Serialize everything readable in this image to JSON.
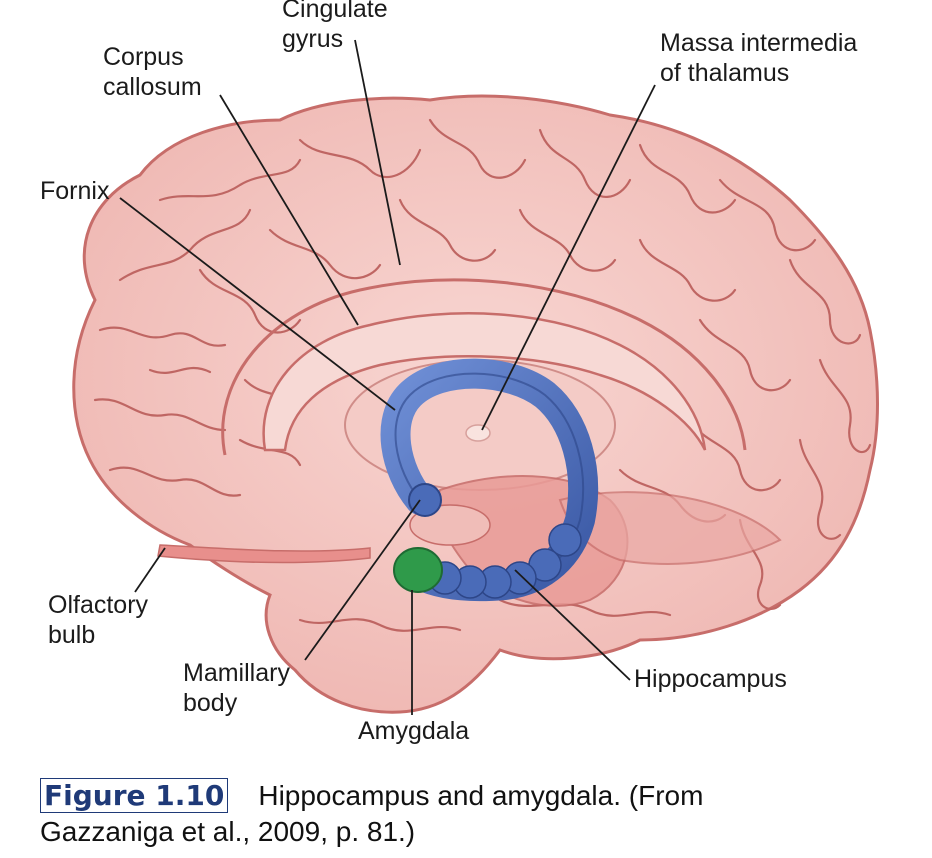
{
  "labels": {
    "cingulate_line1": "Cingulate",
    "cingulate_line2": "gyrus",
    "corpus_line1": "Corpus",
    "corpus_line2": "callosum",
    "massa_line1": "Massa intermedia",
    "massa_line2": "of thalamus",
    "fornix": "Fornix",
    "olfactory_line1": "Olfactory",
    "olfactory_line2": "bulb",
    "mamillary_line1": "Mamillary",
    "mamillary_line2": "body",
    "amygdala": "Amygdala",
    "hippocampus": "Hippocampus"
  },
  "caption": {
    "figure_label": "Figure 1.10",
    "text_line1": "Hippocampus and amygdala. (From",
    "text_line2": "Gazzaniga et al., 2009, p. 81.)"
  },
  "colors": {
    "brain_fill": "#f2c3bf",
    "brain_outline": "#c76d6a",
    "gyri_lines": "#b9605d",
    "hippocampus_blue": "#4a6bb8",
    "amygdala_green": "#2f9a4a"
  }
}
